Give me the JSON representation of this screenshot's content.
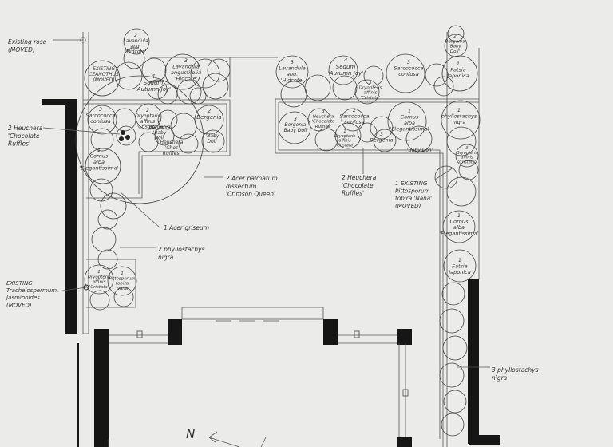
{
  "callouts": {
    "existing_rose": [
      "Existing rose",
      "(MOVED)"
    ],
    "heuchera_left": [
      "2 Heuchera",
      "'Chocolate",
      "Ruffles'"
    ],
    "acer_palmatum": [
      "2 Acer palmatum",
      "dissectum",
      "'Crimson Queen'"
    ],
    "acer_griseum": [
      "1 Acer griseum"
    ],
    "phyllostachys_left": [
      "2 phyllostachys",
      "nigra"
    ],
    "existing_trachelospermum": [
      "EXISTING",
      "Trachelospermum",
      "Jasminoides",
      "(MOVED)"
    ],
    "heuchera_right": [
      "2 Heuchera",
      "'Chocolate",
      "Ruffles'"
    ],
    "pittosporum": [
      "1 EXISTING",
      "Pittosporum",
      "tobira 'Nana'",
      "(MOVED)"
    ],
    "phyllostachys_right": [
      "3 phyllostachys",
      "nigra"
    ]
  },
  "plant_labels": {
    "lavandula_top_left": [
      "2",
      "Lavandula",
      "ang.",
      "'Hidcote'"
    ],
    "existing_ceanothus": [
      "EXISTING",
      "CEANOTHUS",
      "(MOVED)"
    ],
    "sedum_left": [
      "4",
      "Sedum",
      "'Autumn Joy'"
    ],
    "lavandula_left": [
      "3",
      "Lavandula",
      "angustifolia",
      "'Hidcote'"
    ],
    "sarcococca_left": [
      "3",
      "Sarcococca",
      "confusa"
    ],
    "dryopteris_left": [
      "2",
      "Dryopteris",
      "affinis",
      "'Cristata'"
    ],
    "bergenia_left_a": [
      "2",
      "Bergenia"
    ],
    "bergenia_left_b": [
      "4",
      "Bergenia",
      "'Baby",
      "Doll'"
    ],
    "heuchera_choc": [
      "Heuchera",
      "'Choc",
      "Ruffles'"
    ],
    "baby_doll_left": [
      "'Baby",
      "Doll'"
    ],
    "cornus_left": [
      "1",
      "Cornus",
      "alba",
      "'Elegantissima'"
    ],
    "dryopteris_bottom_left": [
      "1",
      "Dryopteris",
      "affinis",
      "'Cristata'"
    ],
    "pittosporum_small": [
      "1",
      "Pittosporum",
      "tobira",
      "'Nana'"
    ],
    "bergenia_top_right": [
      "2",
      "Bergenia",
      "'Baby",
      "Doll'"
    ],
    "lavandula_right": [
      "3",
      "Lavandula",
      "ang.",
      "'Hidcote'"
    ],
    "sedum_right": [
      "4",
      "Sedum",
      "'Autumn Joy'"
    ],
    "dryopteris_right": [
      "3",
      "Dryopteris",
      "affinis",
      "'Cristata'"
    ],
    "sarcococca_right_top": [
      "3",
      "Sarcococca",
      "confusa"
    ],
    "fatsia_right_top": [
      "1",
      "Fatsia",
      "Japonica"
    ],
    "bergenia_right_a": [
      "3",
      "Bergenia",
      "'Baby Doll'"
    ],
    "heuchera_right_small": [
      "3",
      "Heuchera",
      "'Chocolate",
      "Ruffles'"
    ],
    "sarcococca_right_mid": [
      "2",
      "Sarcococca",
      "confusa"
    ],
    "dryopteris_right_b": [
      "1",
      "Dryopteris",
      "affinis",
      "'Cristata'"
    ],
    "bergenia_right_b": [
      "3",
      "Bergenia"
    ],
    "cornus_right_top": [
      "1",
      "Cornus",
      "alba",
      "'Elegantissima'"
    ],
    "baby_doll_right": [
      "'Baby Doll'"
    ],
    "phyllostachys_right_top": [
      "1",
      "phyllostachys",
      "nigra"
    ],
    "dryopteris_right_c": [
      "3",
      "Dryopteris",
      "affinis",
      "'Cristata'"
    ],
    "cornus_right_mid": [
      "1",
      "Cornus",
      "alba",
      "'Elegantissima'"
    ],
    "fatsia_right_mid": [
      "1",
      "Fatsia",
      "Japonica"
    ]
  },
  "north_label": "N"
}
